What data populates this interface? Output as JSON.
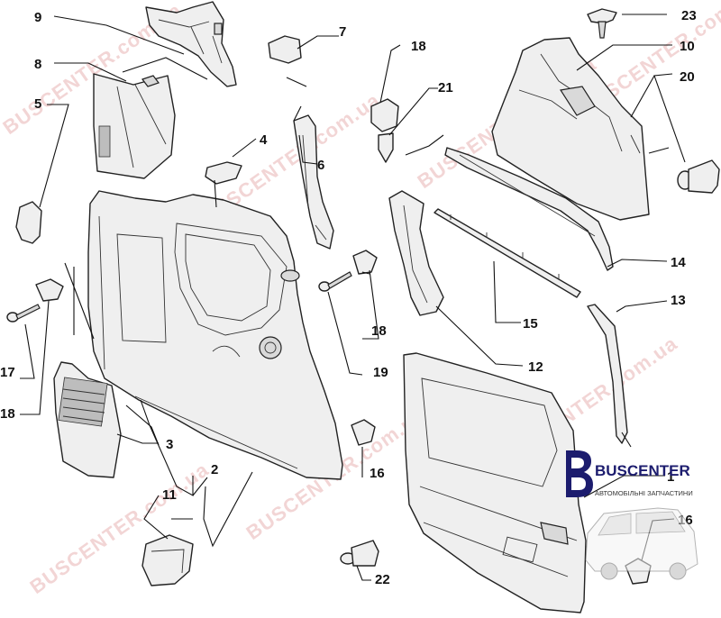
{
  "callouts": {
    "c1": "1",
    "c2": "2",
    "c3": "3",
    "c4": "4",
    "c5": "5",
    "c6": "6",
    "c7": "7",
    "c8": "8",
    "c9": "9",
    "c10": "10",
    "c11": "11",
    "c12": "12",
    "c13": "13",
    "c14": "14",
    "c15": "15",
    "c16a": "16",
    "c16b": "16",
    "c17": "17",
    "c18a": "18",
    "c18b": "18",
    "c18c": "18",
    "c19": "19",
    "c20": "20",
    "c21": "21",
    "c22": "22",
    "c23": "23"
  },
  "watermark": {
    "text1": "BUSCENTER.com.ua",
    "text2": "BUSCENTER.com.ua",
    "text3": "BUSCENTER.com.ua",
    "text4": "BUSCENTER.com.ua",
    "text5": "BUSCENTER.com.ua",
    "text6": "BUSCENTER.com.ua",
    "text7": "BUSCENTER.com.ua"
  },
  "logo": {
    "name": "BUSCENTER",
    "tagline": "АВТОМОБІЛЬНІ ЗАПЧАСТИНИ"
  },
  "colors": {
    "line": "#222222",
    "watermark": "#e8b3b3",
    "logo_text": "#1c1c6e"
  }
}
